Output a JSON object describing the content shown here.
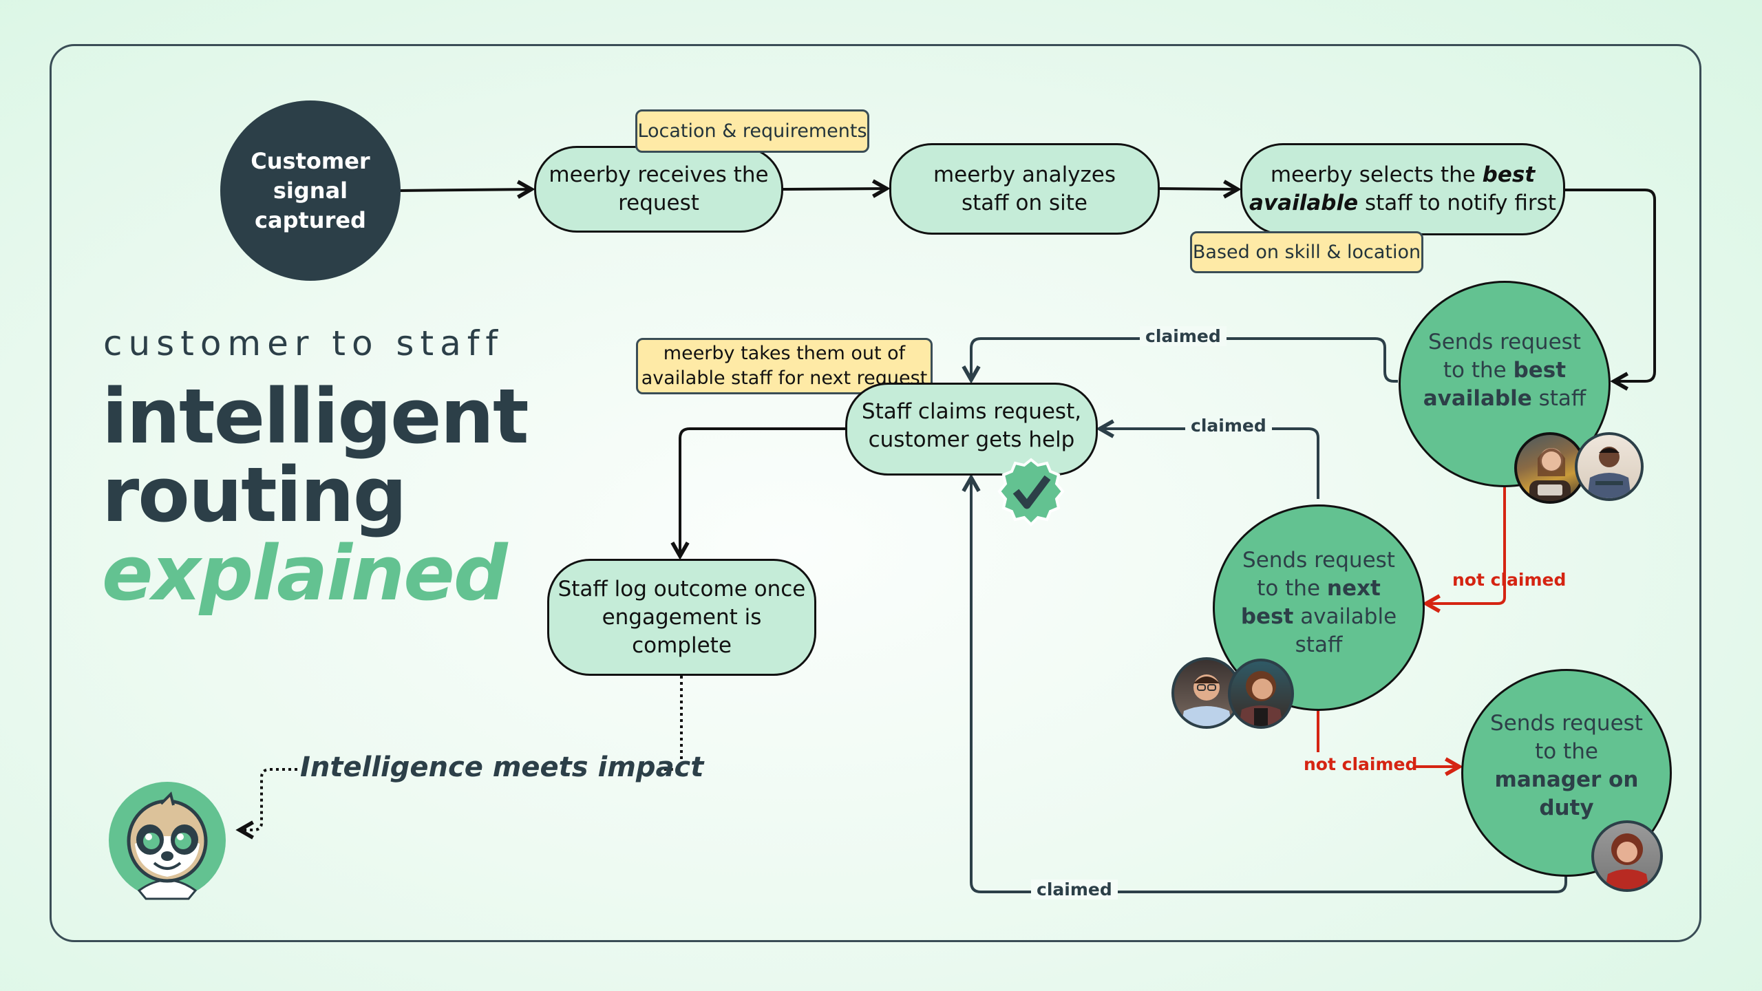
{
  "title": {
    "subtitle": "customer to staff",
    "line1": "intelligent",
    "line2": "routing",
    "line3": "explained"
  },
  "colors": {
    "dark": "#2c3f48",
    "accent_green": "#63c291",
    "pill_fill": "#c5ecd8",
    "note_fill": "#feeaa6",
    "not_claimed_red": "#d52412"
  },
  "nodes": {
    "start": {
      "l1": "Customer",
      "l2": "signal",
      "l3": "captured"
    },
    "receives": {
      "l1": "meerby receives the",
      "l2": "request"
    },
    "analyzes": {
      "l1": "meerby analyzes",
      "l2": "staff on site"
    },
    "selects": {
      "l1a": "meerby selects the ",
      "l1b": "best",
      "l2a": "available",
      "l2b": " staff to notify first"
    },
    "best_available": {
      "l1": "Sends request",
      "l2a": "to the ",
      "l2b": "best",
      "l3a": "available",
      "l3b": " staff"
    },
    "next_best": {
      "l1": "Sends request",
      "l2a": "to the ",
      "l2b": "next",
      "l3a": "best",
      "l3b": " available",
      "l4": "staff"
    },
    "manager": {
      "l1": "Sends request",
      "l2": "to the",
      "l3": "manager on",
      "l4": "duty"
    },
    "claims": {
      "l1": "Staff claims request,",
      "l2": "customer gets help"
    },
    "log_outcome": {
      "l1": "Staff log outcome once",
      "l2": "engagement is complete"
    }
  },
  "notes": {
    "location": "Location & requirements",
    "skill": "Based on skill & location",
    "takes_out": {
      "l1": "meerby takes them out of",
      "l2": "available staff for next request"
    }
  },
  "edge_labels": {
    "claimed_1": "claimed",
    "claimed_2": "claimed",
    "claimed_3": "claimed",
    "not_claimed_1": "not claimed",
    "not_claimed_2": "not claimed"
  },
  "tagline": "Intelligence meets impact",
  "icons": {
    "check_badge": "check-badge-icon",
    "mascot": "meerkat-mascot-icon",
    "avatars": [
      "staff-avatar-woman-glasses",
      "staff-avatar-man-plaid",
      "staff-avatar-man-glasses",
      "staff-avatar-woman-curly",
      "manager-avatar-woman-red"
    ]
  }
}
